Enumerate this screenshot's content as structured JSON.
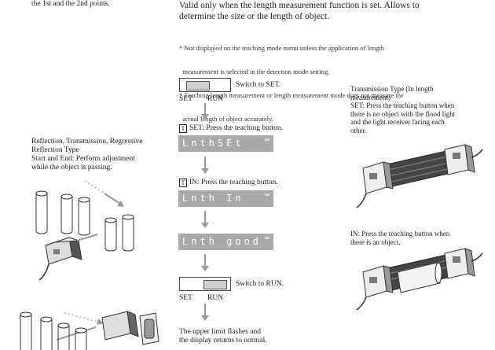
{
  "top_left_fragment": "the 1st and the 2nd points.",
  "heading_lines": [
    "Valid only when the length measurement function is set. Allows to",
    "determine the size or the length of object."
  ],
  "notes": [
    "* Not displayed on the teaching mode menu unless the application of length",
    "  measurement is selected in the detection mode setting.",
    "* Teaching length measurement or length measurement mode does not measure the",
    "  actual length of object accurately."
  ],
  "left_panel": {
    "lines": [
      "Reflection, Transmission, Regressive",
      "Reflection Type",
      "Start and End: Perform adjustment",
      "while the object is passing."
    ]
  },
  "flow": {
    "switch_set_label": "Switch to SET.",
    "switch_set_left": "SET",
    "switch_set_right": "RUN",
    "step1_icon": "T",
    "step1_text": "SET: Press the teaching button.",
    "lcd1": "LnthSEt",
    "step2_icon": "T",
    "step2_text": "IN: Press the teaching button.",
    "lcd2": "Lnth In",
    "lcd3": "Lnth good",
    "switch_run_label": "Switch to RUN.",
    "switch_run_left": "SET",
    "switch_run_right": "RUN",
    "final_lines": [
      "The upper limit flashes and",
      "the display returns to normal."
    ]
  },
  "right_panel": {
    "block1": [
      "Transmission Type (In length",
      "measurement)",
      "SET: Press the teaching button when",
      "there is no object with the flood light",
      "and the light receiver  facing each",
      "other."
    ],
    "block2": [
      "IN: Press the teaching button when",
      "there is an object."
    ]
  }
}
